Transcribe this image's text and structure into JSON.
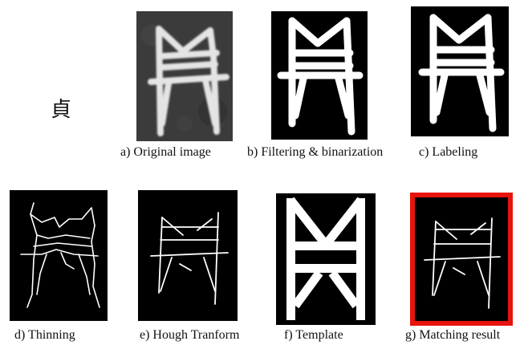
{
  "character": "貞",
  "captions": {
    "a": "a) Original image",
    "b": "b) Filtering & binarization",
    "c": "c) Labeling",
    "d": "d) Thinning",
    "e": "e) Hough Tranform",
    "f": "f) Template",
    "g": "g) Matching result"
  },
  "colors": {
    "background": "#000000",
    "stroke": "#ffffff",
    "original_bg": "#3c3c3c",
    "original_stroke": "#e6e6e6",
    "highlight_border": "#e8140c"
  }
}
